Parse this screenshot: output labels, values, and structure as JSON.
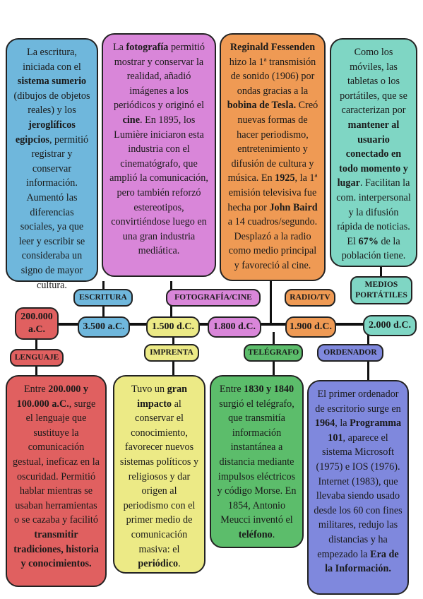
{
  "timeline": {
    "dates": [
      {
        "id": "d200000",
        "text": "200.000 a.C.",
        "color": "#e06060"
      },
      {
        "id": "d3500",
        "text": "3.500 a.C.",
        "color": "#6fb7dc"
      },
      {
        "id": "d1500",
        "text": "1.500 d.C.",
        "color": "#ecea86"
      },
      {
        "id": "d1800",
        "text": "1.800 d.C.",
        "color": "#d986d9"
      },
      {
        "id": "d1900",
        "text": "1.900 d.C.",
        "color": "#ef9a54"
      },
      {
        "id": "d2000",
        "text": "2.000 d.C.",
        "color": "#7fd6c4"
      }
    ],
    "labels": [
      {
        "id": "escritura",
        "text": "ESCRITURA",
        "color": "#6fb7dc"
      },
      {
        "id": "fotografia",
        "text": "FOTOGRAFÍA/CINE",
        "color": "#d986d9"
      },
      {
        "id": "radio",
        "text": "RADIO/TV",
        "color": "#ef9a54"
      },
      {
        "id": "medios",
        "text": "MEDIOS PORTÁTILES",
        "color": "#7fd6c4"
      },
      {
        "id": "lenguaje",
        "text": "LENGUAJE",
        "color": "#e06060"
      },
      {
        "id": "imprenta",
        "text": "IMPRENTA",
        "color": "#ecea86"
      },
      {
        "id": "telegrafo",
        "text": "TELÉGRAFO",
        "color": "#5cbd6b"
      },
      {
        "id": "ordenador",
        "text": "ORDENADOR",
        "color": "#7f88dd"
      }
    ]
  },
  "cards": {
    "escritura": [
      {
        "t": "La escritura, iniciada con el "
      },
      {
        "t": "sistema sumerio",
        "b": true
      },
      {
        "t": " (dibujos de objetos reales) y los "
      },
      {
        "t": "jeroglíficos egipcios",
        "b": true
      },
      {
        "t": ", permitió registrar y conservar información. Aumentó las diferencias sociales, ya que leer y escribir se consideraba un signo de mayor cultura."
      }
    ],
    "fotografia": [
      {
        "t": "La "
      },
      {
        "t": "fotografía",
        "b": true
      },
      {
        "t": " permitió mostrar y conservar la realidad, añadió imágenes a los periódicos y originó el "
      },
      {
        "t": "cine",
        "b": true
      },
      {
        "t": ". En 1895, los Lumière iniciaron esta industria con el cinematógrafo, que amplió la comunicación, pero también reforzó estereotipos, convirtiéndose luego en una gran industria mediática."
      }
    ],
    "radio": [
      {
        "t": "Reginald Fessenden",
        "b": true
      },
      {
        "t": " hizo la 1ª transmisión de sonido (1906) por ondas gracias a la "
      },
      {
        "t": "bobina de Tesla.",
        "b": true
      },
      {
        "t": " Creó nuevas formas de hacer periodismo, entretenimiento y difusión de cultura y música. En "
      },
      {
        "t": "1925",
        "b": true
      },
      {
        "t": ", la 1ª emisión televisiva fue hecha por "
      },
      {
        "t": "John Baird",
        "b": true
      },
      {
        "t": " a 14 cuadros/segundo. Desplazó a la radio como medio principal y favoreció al cine."
      }
    ],
    "medios": [
      {
        "t": "Como los móviles, las tabletas o los portátiles, que se caracterizan por "
      },
      {
        "t": "mantener al usuario conectado en todo momento y lugar",
        "b": true
      },
      {
        "t": ". Facilitan la com. interpersonal y la difusión rápida de noticias. El "
      },
      {
        "t": "67%",
        "b": true
      },
      {
        "t": " de la población tiene."
      }
    ],
    "lenguaje": [
      {
        "t": "Entre "
      },
      {
        "t": "200.000 y 100.000 a.C.",
        "b": true
      },
      {
        "t": ", surge el lenguaje que sustituye la comunicación gestual, ineficaz en la oscuridad. Permitió hablar mientras se usaban herramientas o se cazaba y facilitó "
      },
      {
        "t": "transmitir tradiciones, historia y conocimientos.",
        "b": true
      }
    ],
    "imprenta": [
      {
        "t": "Tuvo un "
      },
      {
        "t": "gran impacto",
        "b": true
      },
      {
        "t": " al conservar el conocimiento, favorecer nuevos sistemas políticos y religiosos y dar origen al periodismo con el primer medio de comunicación masiva: el "
      },
      {
        "t": "periódico",
        "b": true
      },
      {
        "t": "."
      }
    ],
    "telegrafo": [
      {
        "t": "Entre "
      },
      {
        "t": "1830 y 1840",
        "b": true
      },
      {
        "t": " surgió el telégrafo, que transmitía información instantánea a distancia mediante impulsos eléctricos y código Morse. En 1854, Antonio Meucci inventó el "
      },
      {
        "t": "teléfono",
        "b": true
      },
      {
        "t": "."
      }
    ],
    "ordenador": [
      {
        "t": "El primer ordenador de escritorio surge en "
      },
      {
        "t": "1964",
        "b": true
      },
      {
        "t": ", la "
      },
      {
        "t": "Programma 101",
        "b": true
      },
      {
        "t": ", aparece el sistema Microsoft (1975) e IOS (1976). Internet (1983), que llevaba siendo usado desde los 60 con fines militares, redujo las distancias y ha empezado la "
      },
      {
        "t": "Era de la Información.",
        "b": true
      }
    ]
  },
  "colors": {
    "escritura": "#6fb7dc",
    "fotografia": "#d986d9",
    "radio": "#ef9a54",
    "medios": "#7fd6c4",
    "lenguaje": "#e06060",
    "imprenta": "#ecea86",
    "telegrafo": "#5cbd6b",
    "ordenador": "#7f88dd"
  }
}
